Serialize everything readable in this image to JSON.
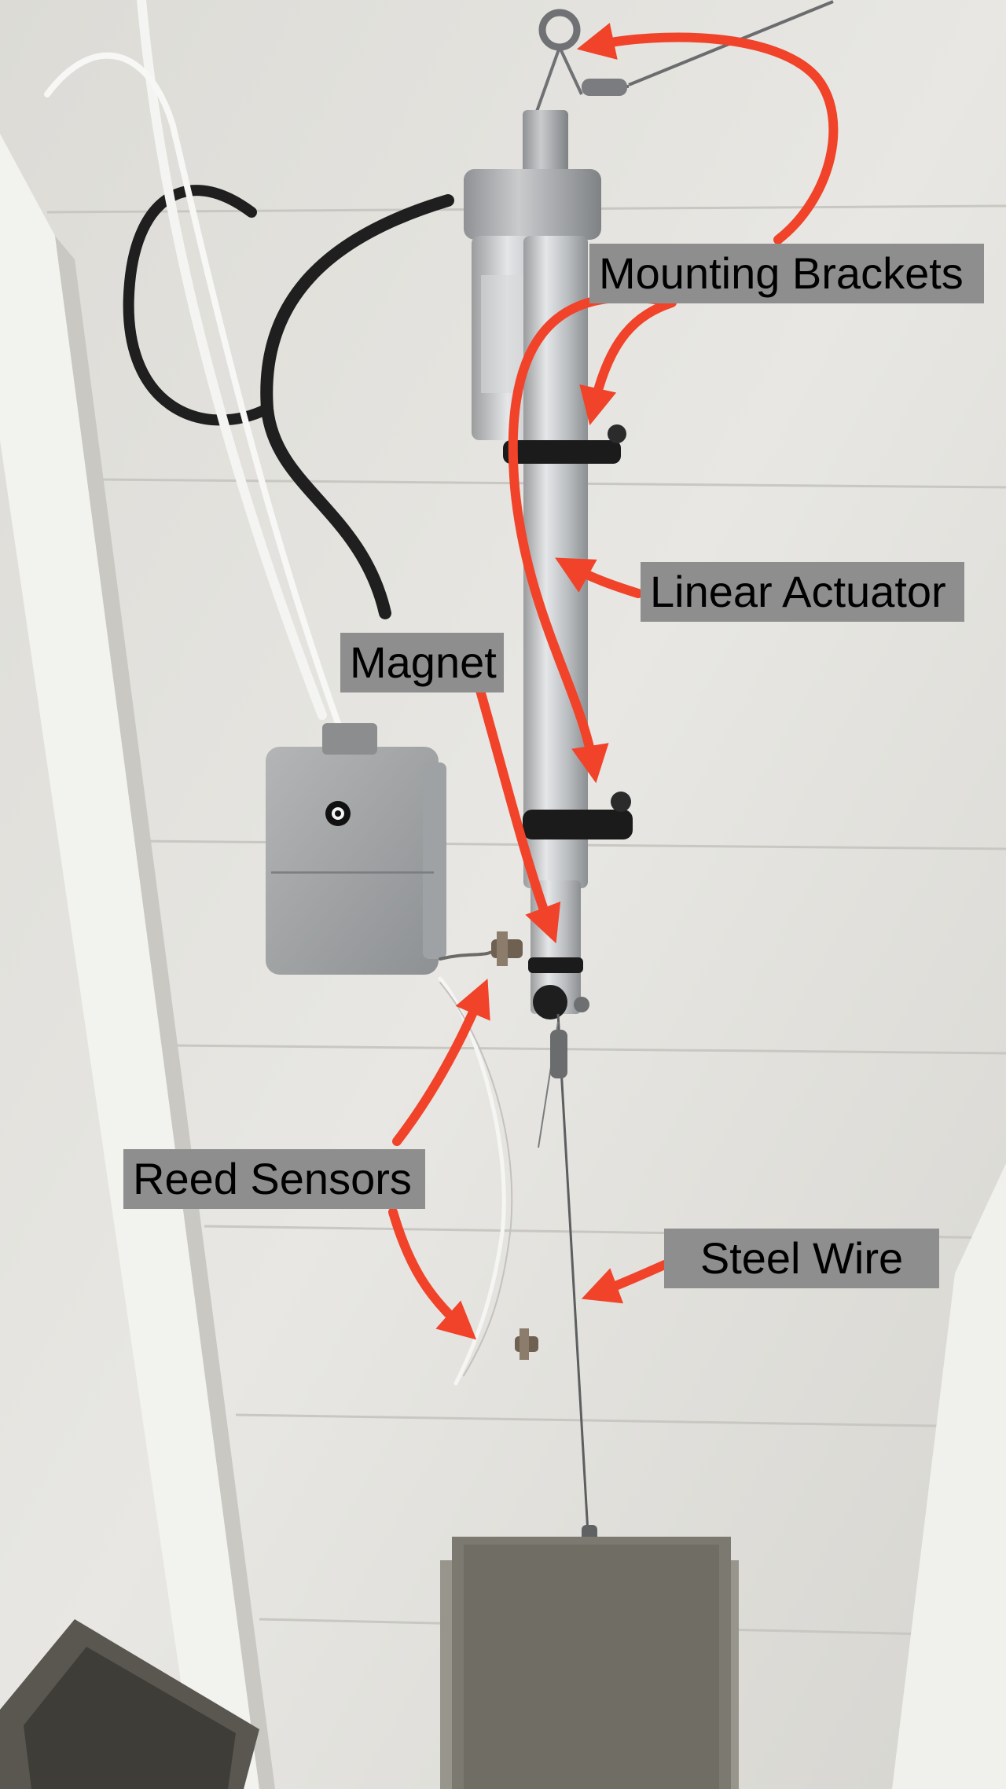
{
  "annotations": {
    "mounting_brackets": "Mounting Brackets",
    "linear_actuator": "Linear Actuator",
    "magnet": "Magnet",
    "reed_sensors": "Reed Sensors",
    "steel_wire": "Steel Wire"
  },
  "colors": {
    "arrow": "#f0432a",
    "label_background": "#8e8e8e",
    "label_text": "#000000",
    "wall": "#e6e5e1"
  }
}
